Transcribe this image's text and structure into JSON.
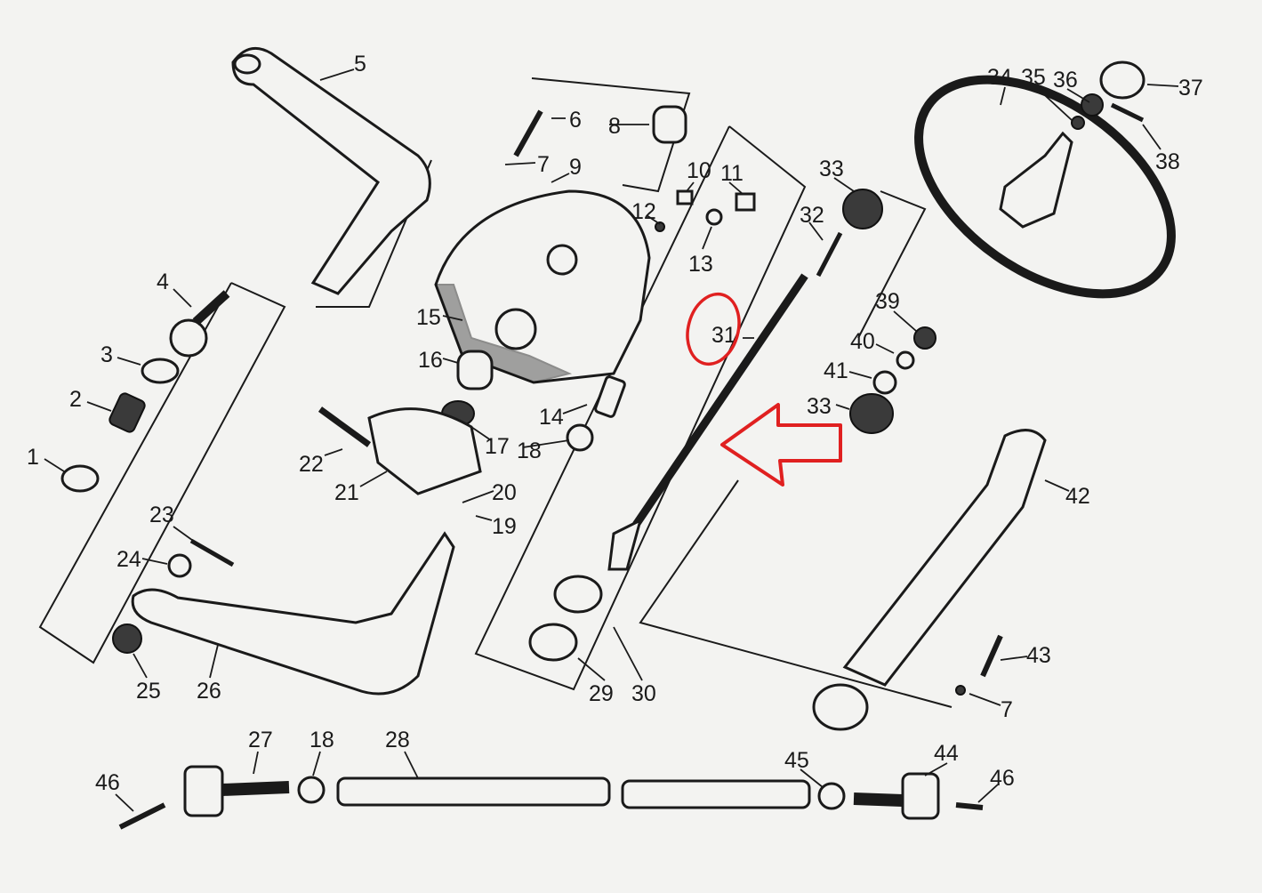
{
  "diagram": {
    "title": "Steering assembly exploded view",
    "labels": [
      "1",
      "2",
      "3",
      "4",
      "5",
      "6",
      "7",
      "8",
      "9",
      "10",
      "11",
      "12",
      "13",
      "14",
      "15",
      "16",
      "17",
      "18",
      "19",
      "20",
      "21",
      "22",
      "23",
      "24",
      "25",
      "26",
      "27",
      "28",
      "29",
      "30",
      "31",
      "32",
      "33",
      "34",
      "35",
      "36",
      "37",
      "38",
      "39",
      "40",
      "41",
      "42",
      "43",
      "44",
      "45",
      "46"
    ],
    "repeat_labels": {
      "33b": "33",
      "7b": "7",
      "18b": "18",
      "46b": "46"
    },
    "highlight": {
      "part": "31",
      "color": "#e02020"
    }
  }
}
